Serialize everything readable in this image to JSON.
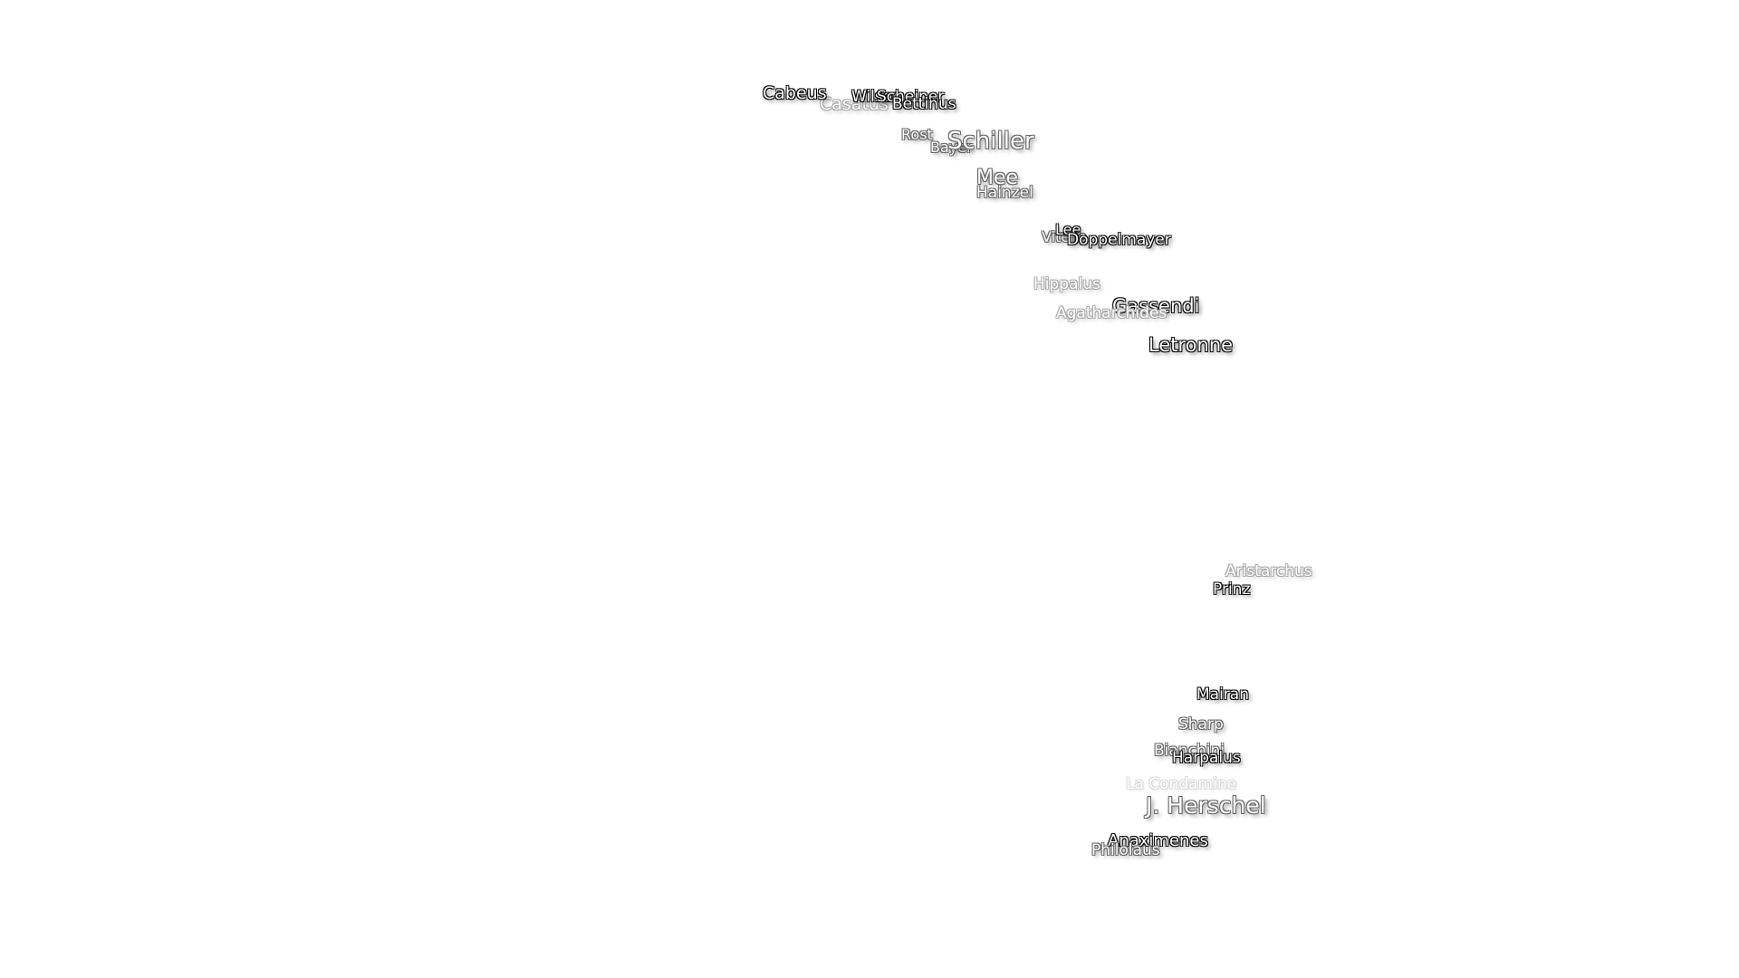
{
  "craters": [
    {
      "id": "casatus",
      "label": "Casatus",
      "shade": "light"
    },
    {
      "id": "cabeus",
      "label": "Cabeus",
      "shade": "dark"
    },
    {
      "id": "wilson",
      "label": "Wilson",
      "shade": "dark"
    },
    {
      "id": "scheiner",
      "label": "Scheiner",
      "shade": "dark"
    },
    {
      "id": "bettinus",
      "label": "Bettinus",
      "shade": "dark"
    },
    {
      "id": "rost",
      "label": "Rost",
      "shade": "mid"
    },
    {
      "id": "bayer",
      "label": "Bayer",
      "shade": "mid"
    },
    {
      "id": "schiller",
      "label": "Schiller",
      "shade": "mid"
    },
    {
      "id": "mee",
      "label": "Mee",
      "shade": "mid"
    },
    {
      "id": "hainzel",
      "label": "Hainzel",
      "shade": "mid"
    },
    {
      "id": "vitello",
      "label": "Vitello",
      "shade": "mid"
    },
    {
      "id": "lee",
      "label": "Lee",
      "shade": "dark"
    },
    {
      "id": "doppelmayer",
      "label": "Doppelmayer",
      "shade": "dark"
    },
    {
      "id": "hippalus",
      "label": "Hippalus",
      "shade": "light"
    },
    {
      "id": "gassendi",
      "label": "Gassendi",
      "shade": "dark"
    },
    {
      "id": "agatharchides",
      "label": "Agatharchides",
      "shade": "light"
    },
    {
      "id": "letronne",
      "label": "Letronne",
      "shade": "dark"
    },
    {
      "id": "aristarchus",
      "label": "Aristarchus",
      "shade": "light"
    },
    {
      "id": "prinz",
      "label": "Prinz",
      "shade": "dark"
    },
    {
      "id": "mairan",
      "label": "Mairan",
      "shade": "dark"
    },
    {
      "id": "sharp",
      "label": "Sharp",
      "shade": "mid"
    },
    {
      "id": "bianchini",
      "label": "Bianchini",
      "shade": "mid"
    },
    {
      "id": "harpalus",
      "label": "Harpalus",
      "shade": "dark"
    },
    {
      "id": "lacondamine",
      "label": "La Condamine",
      "shade": "faint"
    },
    {
      "id": "jherschel",
      "label": "J. Herschel",
      "shade": "mid"
    },
    {
      "id": "anaximenes",
      "label": "Anaximenes",
      "shade": "dark"
    },
    {
      "id": "philolaus",
      "label": "Philolaus",
      "shade": "mid"
    }
  ]
}
